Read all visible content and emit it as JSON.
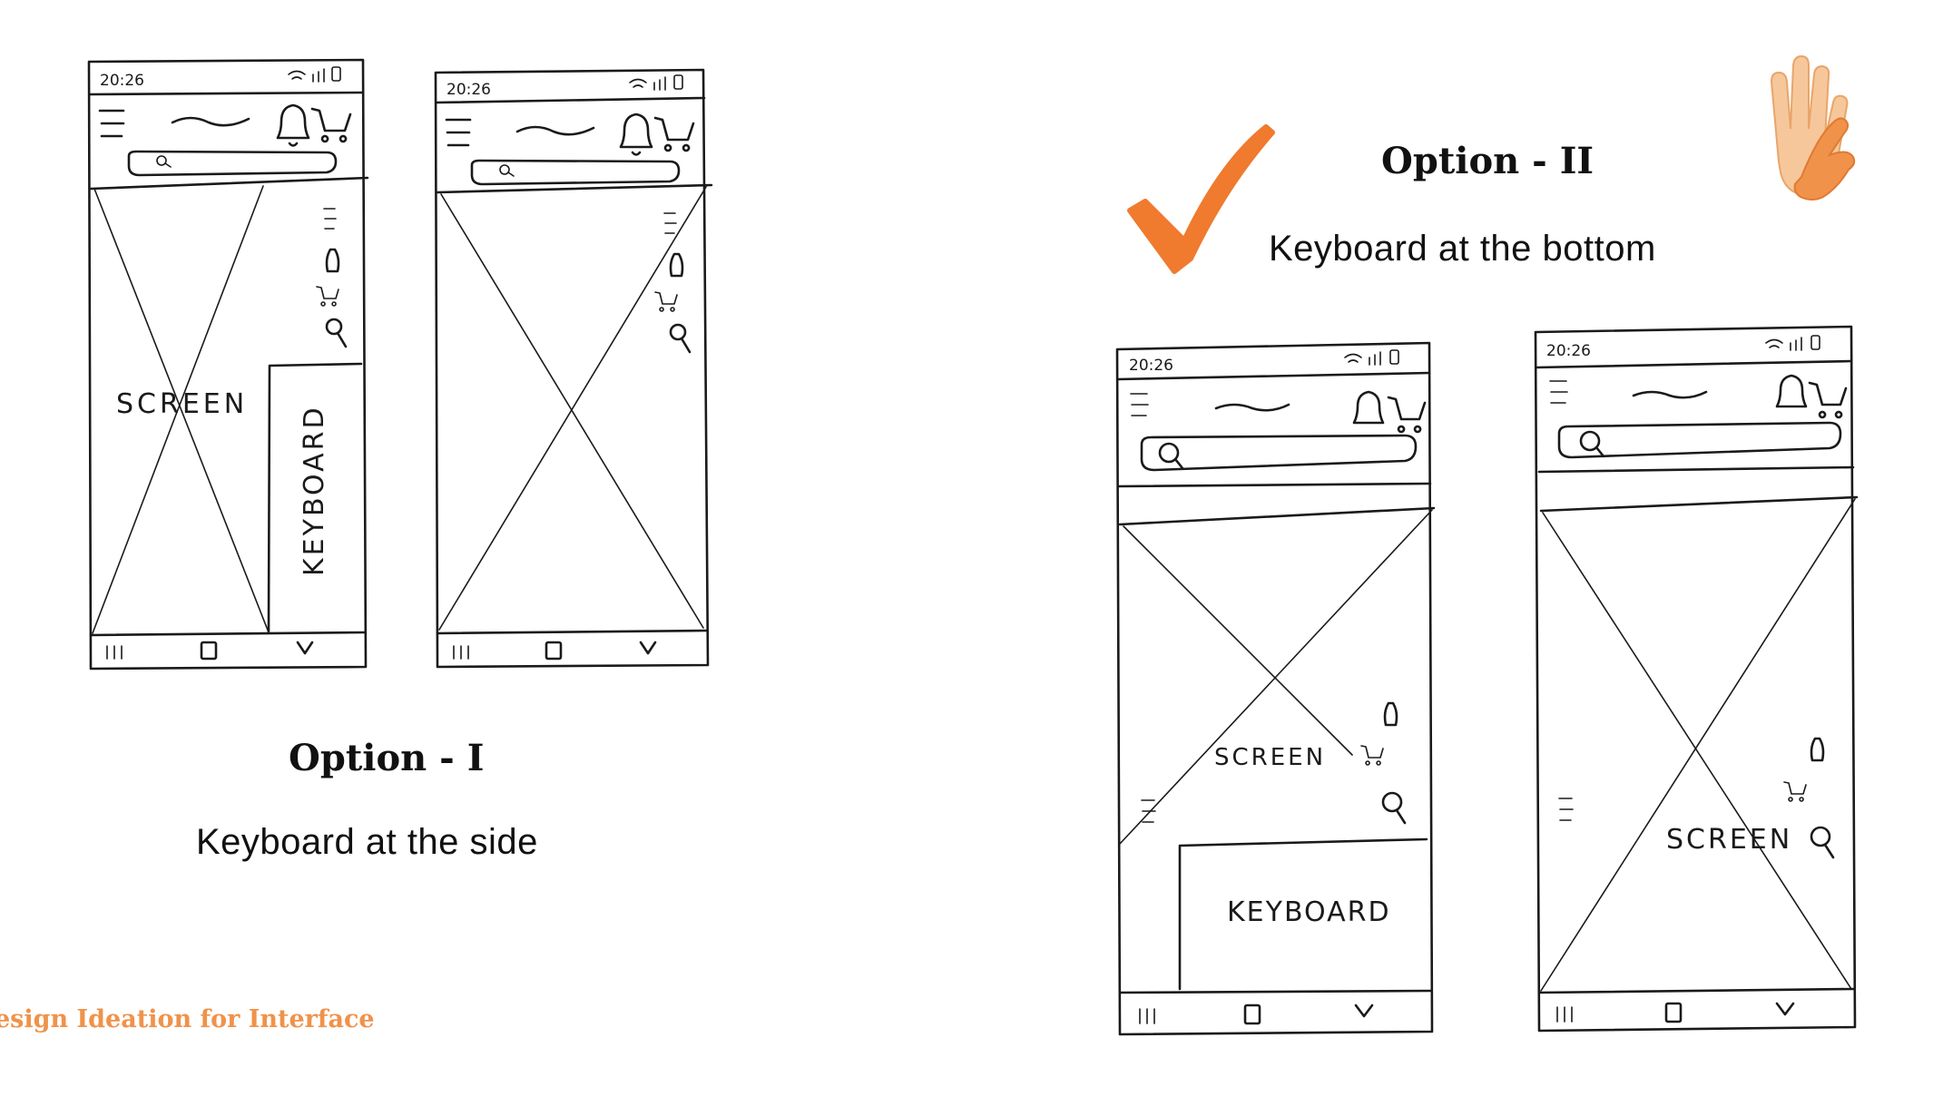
{
  "option1": {
    "title": "Option - I",
    "subtitle": "Keyboard at the side"
  },
  "option2": {
    "title": "Option - II",
    "subtitle": "Keyboard at the bottom"
  },
  "sketch_labels": {
    "time": "20:26",
    "screen": "SCREEN",
    "keyboard": "KEYBOARD"
  },
  "footer": {
    "text": "esign Ideation for Interface"
  },
  "colors": {
    "accent": "#f0924a",
    "check": "#f07a2e",
    "ink": "#1a1a1a"
  },
  "icons": [
    "check-mark-icon",
    "raised-hands-icon"
  ]
}
